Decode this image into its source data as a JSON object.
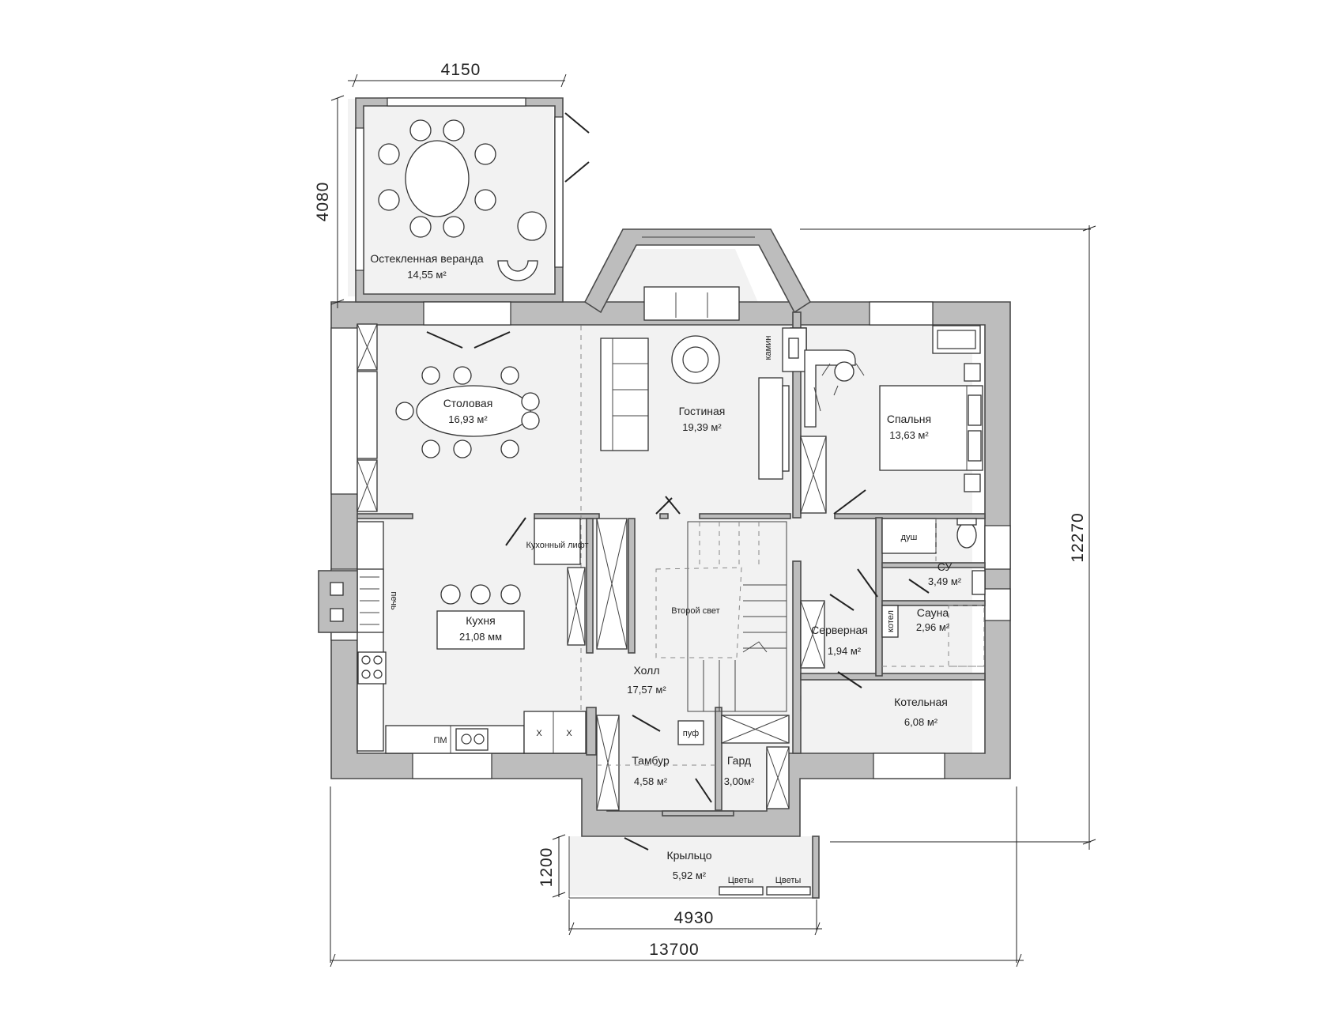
{
  "dimensions": {
    "veranda_width": "4150",
    "veranda_depth": "4080",
    "total_depth": "12270",
    "porch_depth": "1200",
    "porch_width": "4930",
    "total_width": "13700"
  },
  "rooms": {
    "veranda": {
      "name": "Остекленная веранда",
      "area": "14,55 м²"
    },
    "dining": {
      "name": "Столовая",
      "area": "16,93 м²"
    },
    "living": {
      "name": "Гостиная",
      "area": "19,39 м²"
    },
    "bedroom": {
      "name": "Спальня",
      "area": "13,63 м²"
    },
    "kitchen": {
      "name": "Кухня",
      "area": "21,08 мм"
    },
    "hall": {
      "name": "Холл",
      "area": "17,57 м²"
    },
    "wc": {
      "name": "СУ",
      "area": "3,49 м²"
    },
    "sauna": {
      "name": "Сауна",
      "area": "2,96 м²"
    },
    "server": {
      "name": "Серверная",
      "area": "1,94 м²"
    },
    "boiler": {
      "name": "Котельная",
      "area": "6,08 м²"
    },
    "vestibule": {
      "name": "Тамбур",
      "area": "4,58 м²"
    },
    "wardrobe": {
      "name": "Гард",
      "area": "3,00м²"
    },
    "porch": {
      "name": "Крыльцо",
      "area": "5,92 м²"
    }
  },
  "labels": {
    "fireplace": "камин",
    "stove": "печь",
    "kitchen_lift": "Кухонный лифт",
    "second_light": "Второй свет",
    "shower": "душ",
    "boiler_unit": "котел",
    "pouf": "пуф",
    "dishwasher": "ПМ",
    "flowers_1": "Цветы",
    "flowers_2": "Цветы",
    "cross_1": "X",
    "cross_2": "X"
  }
}
